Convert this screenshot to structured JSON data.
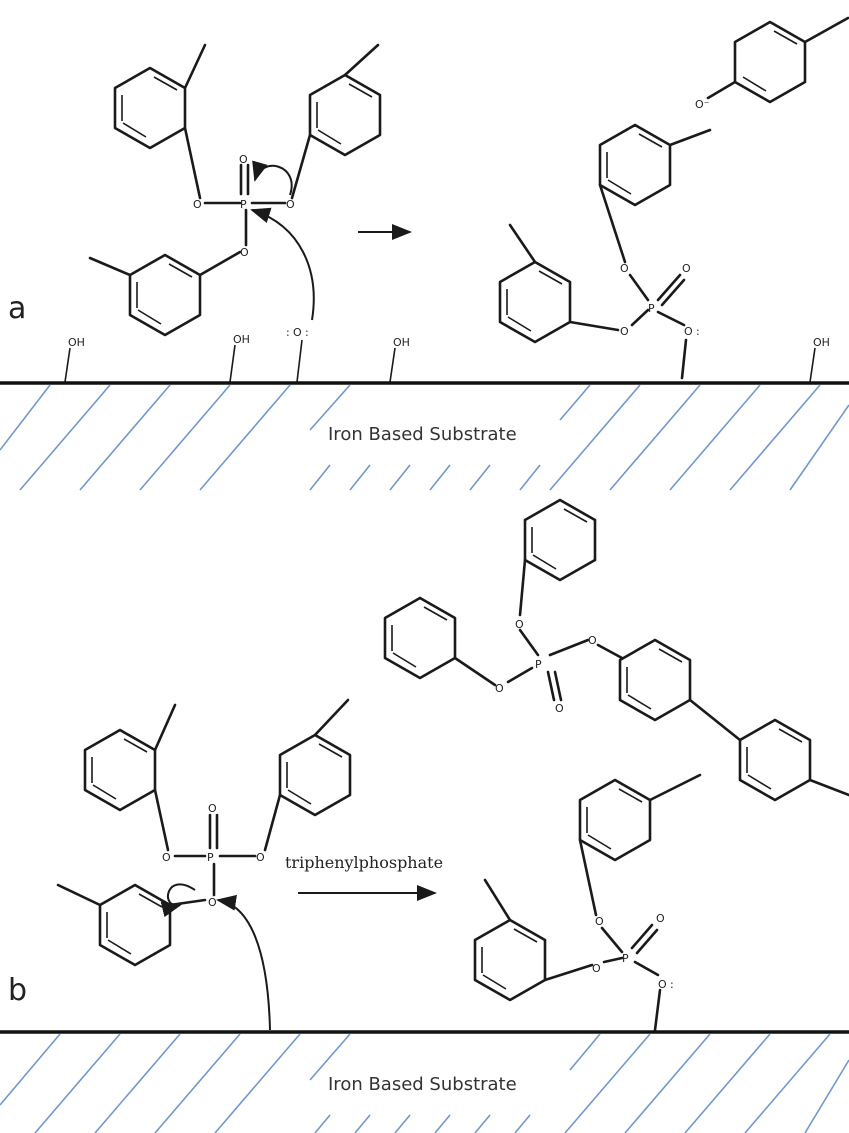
{
  "panel_a": {
    "label": "a",
    "substrate_label": "Iron Based Substrate",
    "hydroxyl_label": "OH"
  },
  "panel_b": {
    "label": "b",
    "substrate_label": "Iron Based Substrate",
    "reagent_label": "triphenylphosphate"
  },
  "atoms": {
    "oxygen": "O",
    "phosphorus": "P",
    "oxygen_anion": "O⁻",
    "lone_pair": ":"
  }
}
